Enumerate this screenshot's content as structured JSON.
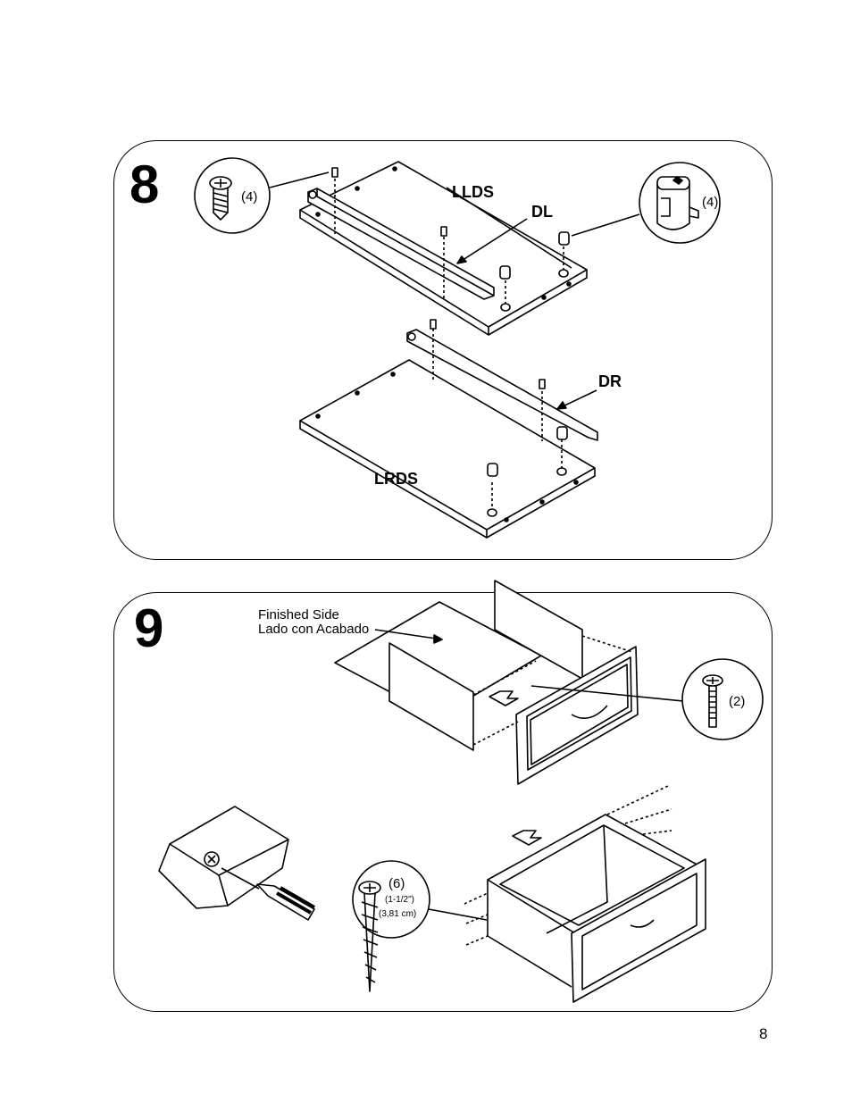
{
  "page_number": "8",
  "step8": {
    "number": "8",
    "screw_qty": "(4)",
    "cam_qty": "(4)",
    "labels": {
      "llds": "LLDS",
      "dl": "DL",
      "dr": "DR",
      "lrds": "LRDS"
    }
  },
  "step9": {
    "number": "9",
    "finished_side_en": "Finished Side",
    "finished_side_es": "Lado con Acabado",
    "bolt_qty": "(2)",
    "wood_screw_qty": "(6)",
    "wood_screw_size_in": "(1-1/2\")",
    "wood_screw_size_cm": "(3,81 cm)"
  }
}
